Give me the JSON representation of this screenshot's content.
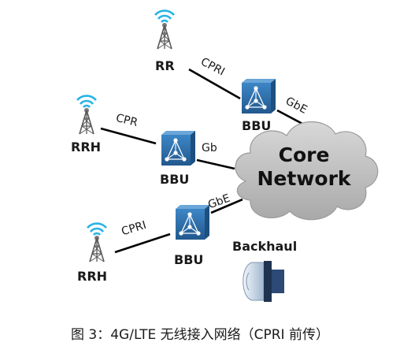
{
  "nodes": {
    "rr_top": "RR",
    "rrh_mid": "RRH",
    "rrh_bottom": "RRH",
    "bbu_top": "BBU",
    "bbu_mid": "BBU",
    "bbu_bottom": "BBU"
  },
  "links": {
    "rr_to_bbu_top": "CPRI",
    "rrh_mid_to_bbu_mid": "CPR",
    "rrh_bottom_to_bbu_bottom": "CPRI",
    "bbu_top_to_core": "GbE",
    "bbu_mid_to_core": "Gb",
    "bbu_bottom_to_core": "GbE"
  },
  "core_network": {
    "line1": "Core",
    "line2": "Network"
  },
  "backhaul": "Backhaul",
  "caption": "图 3：4G/LTE 无线接入网络（CPRI 前传）",
  "colors": {
    "cloud": "#c9c9c9",
    "bbu_box": "#2f6ea8",
    "tower": "#5a5a5a",
    "wave": "#27b3e6",
    "line": "#000000"
  }
}
